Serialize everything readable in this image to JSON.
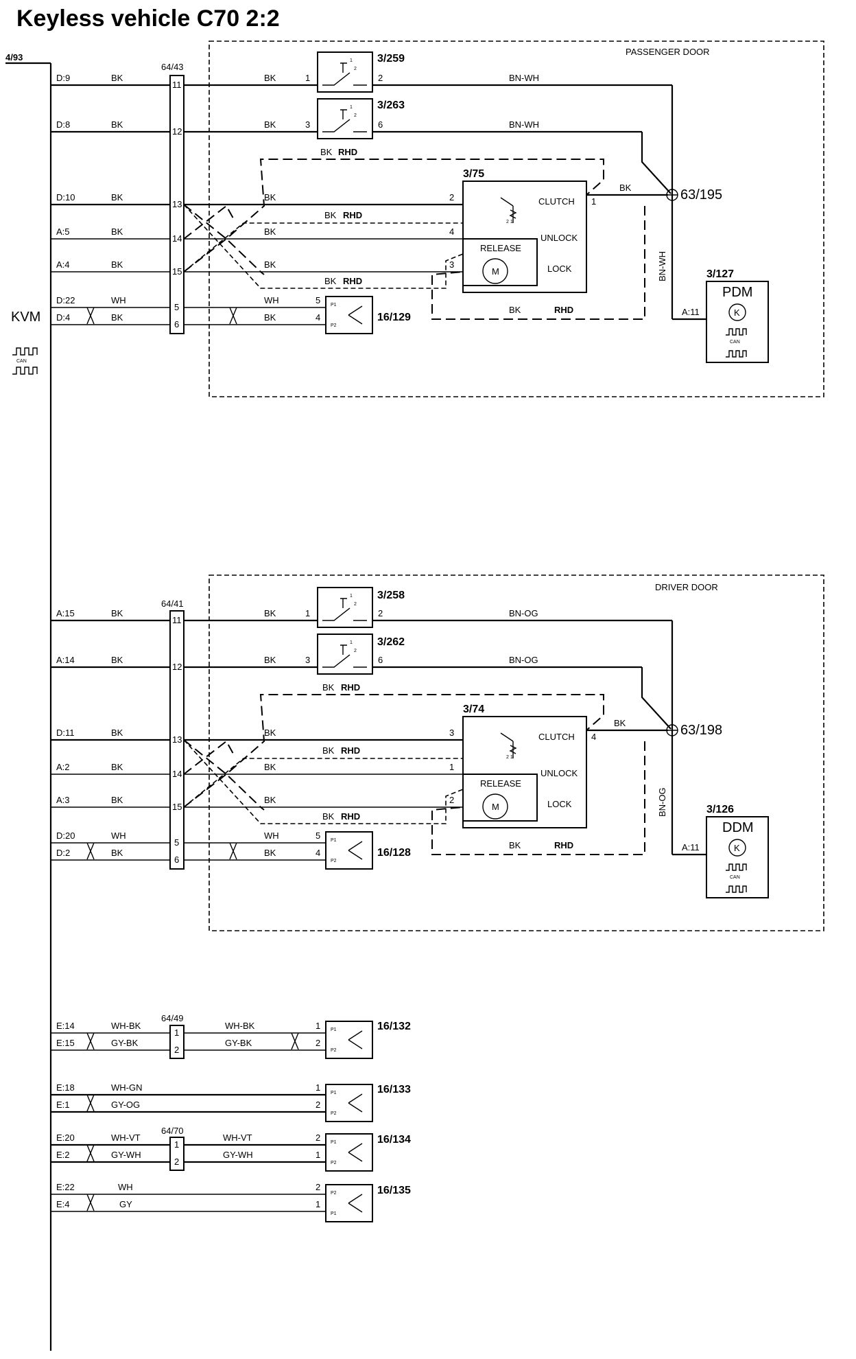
{
  "title": "Keyless vehicle C70 2:2",
  "module": {
    "id": "4/93",
    "name": "KVM",
    "can": "CAN"
  },
  "top": {
    "area": "PASSENGER DOOR",
    "connector": "64/43",
    "pins": [
      {
        "kvm": "D:9",
        "color": "BK",
        "pin": "11"
      },
      {
        "kvm": "D:8",
        "color": "BK",
        "pin": "12"
      },
      {
        "kvm": "D:10",
        "color": "BK",
        "pin": "13"
      },
      {
        "kvm": "A:5",
        "color": "BK",
        "pin": "14"
      },
      {
        "kvm": "A:4",
        "color": "BK",
        "pin": "15"
      },
      {
        "kvm": "D:22",
        "color": "WH",
        "pin": "5"
      },
      {
        "kvm": "D:4",
        "color": "BK",
        "pin": "6"
      }
    ],
    "switch1": {
      "id": "3/259",
      "in": "1",
      "out": "2",
      "c1": "1",
      "c2": "2"
    },
    "switch2": {
      "id": "3/263",
      "in": "3",
      "out": "6",
      "c1": "1",
      "c2": "2"
    },
    "wire_colors": {
      "sw_in1": "BK",
      "sw_in2": "BK",
      "sw_out1": "BN-WH",
      "sw_out2": "BN-WH",
      "w13": "BK",
      "w14": "BK",
      "w15": "BK",
      "w5": "WH",
      "w6": "BK",
      "lock_out": "BK",
      "vertical": "BN-WH"
    },
    "rhd_labels": [
      "BK",
      "RHD",
      "BK",
      "RHD",
      "BK",
      "RHD",
      "BK",
      "RHD"
    ],
    "lock": {
      "id": "3/75",
      "clutch": "CLUTCH",
      "unlock": "UNLOCK",
      "lock": "LOCK",
      "release": "RELEASE",
      "motor": "M",
      "pin_clutch": "2",
      "pin_unlock": "4",
      "pin_lock": "3",
      "pin_out": "1",
      "clutch_pins": "2 1"
    },
    "splice": "63/195",
    "antenna": {
      "id": "16/129",
      "pin_a": "5",
      "pin_b": "4",
      "p1": "P1",
      "p2": "P2"
    },
    "door_module": {
      "id": "3/127",
      "name": "PDM",
      "pin": "A:11",
      "can": "CAN",
      "symbol": "K"
    }
  },
  "bottom": {
    "area": "DRIVER DOOR",
    "connector": "64/41",
    "pins": [
      {
        "kvm": "A:15",
        "color": "BK",
        "pin": "11"
      },
      {
        "kvm": "A:14",
        "color": "BK",
        "pin": "12"
      },
      {
        "kvm": "D:11",
        "color": "BK",
        "pin": "13"
      },
      {
        "kvm": "A:2",
        "color": "BK",
        "pin": "14"
      },
      {
        "kvm": "A:3",
        "color": "BK",
        "pin": "15"
      },
      {
        "kvm": "D:20",
        "color": "WH",
        "pin": "5"
      },
      {
        "kvm": "D:2",
        "color": "BK",
        "pin": "6"
      }
    ],
    "switch1": {
      "id": "3/258",
      "in": "1",
      "out": "2",
      "c1": "1",
      "c2": "2"
    },
    "switch2": {
      "id": "3/262",
      "in": "3",
      "out": "6",
      "c1": "1",
      "c2": "2"
    },
    "wire_colors": {
      "sw_in1": "BK",
      "sw_in2": "BK",
      "sw_out1": "BN-OG",
      "sw_out2": "BN-OG",
      "w13": "BK",
      "w14": "BK",
      "w15": "BK",
      "w5": "WH",
      "w6": "BK",
      "lock_out": "BK",
      "vertical": "BN-OG"
    },
    "rhd_labels": [
      "BK",
      "RHD",
      "BK",
      "RHD",
      "BK",
      "RHD",
      "BK",
      "RHD"
    ],
    "lock": {
      "id": "3/74",
      "clutch": "CLUTCH",
      "unlock": "UNLOCK",
      "lock": "LOCK",
      "release": "RELEASE",
      "motor": "M",
      "pin_clutch": "3",
      "pin_unlock": "1",
      "pin_lock": "2",
      "pin_out": "4",
      "clutch_pins": "2 1"
    },
    "splice": "63/198",
    "antenna": {
      "id": "16/128",
      "pin_a": "5",
      "pin_b": "4",
      "p1": "P1",
      "p2": "P2"
    },
    "door_module": {
      "id": "3/126",
      "name": "DDM",
      "pin": "A:11",
      "can": "CAN",
      "symbol": "K"
    }
  },
  "antennas": [
    {
      "id": "16/132",
      "connector": "64/49",
      "kvm_a": "E:14",
      "kvm_b": "E:15",
      "color_a": "WH-BK",
      "color_b": "GY-BK",
      "conn_a": "1",
      "conn_b": "2",
      "color2_a": "WH-BK",
      "color2_b": "GY-BK",
      "pin_a": "1",
      "pin_b": "2",
      "p_top": "P1",
      "p_bot": "P2"
    },
    {
      "id": "16/133",
      "connector": "",
      "kvm_a": "E:18",
      "kvm_b": "E:1",
      "color_a": "WH-GN",
      "color_b": "GY-OG",
      "pin_a": "1",
      "pin_b": "2",
      "p_top": "P1",
      "p_bot": "P2"
    },
    {
      "id": "16/134",
      "connector": "64/70",
      "kvm_a": "E:20",
      "kvm_b": "E:2",
      "color_a": "WH-VT",
      "color_b": "GY-WH",
      "conn_a": "1",
      "conn_b": "2",
      "color2_a": "WH-VT",
      "color2_b": "GY-WH",
      "pin_a": "2",
      "pin_b": "1",
      "p_top": "P1",
      "p_bot": "P2"
    },
    {
      "id": "16/135",
      "connector": "",
      "kvm_a": "E:22",
      "kvm_b": "E:4",
      "color_a": "WH",
      "color_b": "GY",
      "pin_a": "2",
      "pin_b": "1",
      "p_top": "P2",
      "p_bot": "P1"
    }
  ]
}
